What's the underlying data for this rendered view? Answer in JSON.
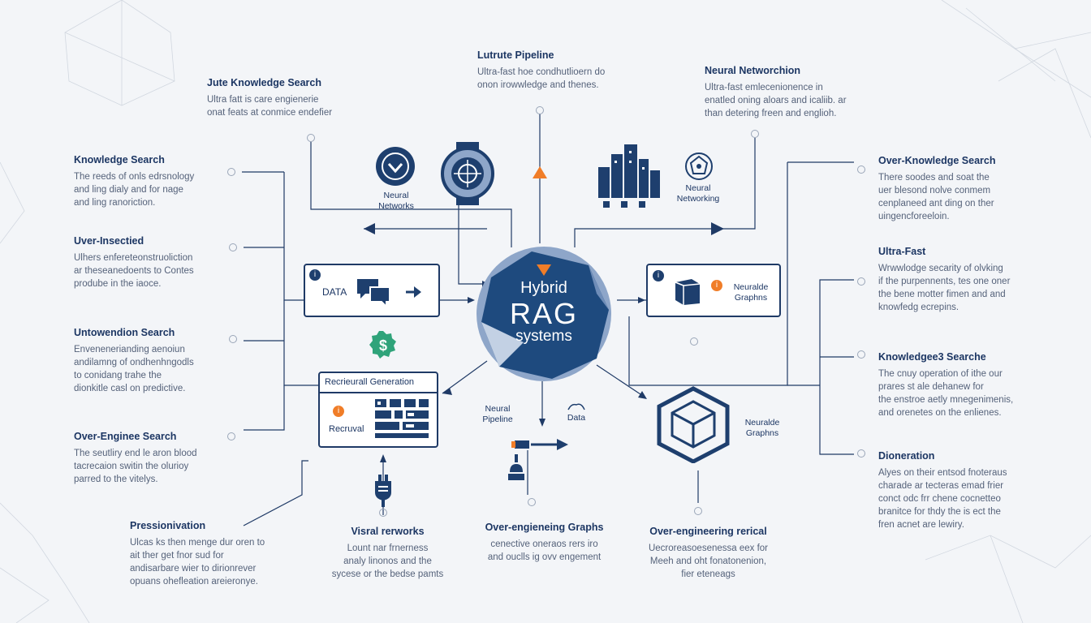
{
  "hub": {
    "line1": "Hybrid",
    "line2": "RAG",
    "line3": "systems"
  },
  "text_blocks": [
    {
      "id": "top-left",
      "title": "Jute Knowledge Search",
      "desc": "Ultra fatt is care engienerie\nonat feats at conmice endefier"
    },
    {
      "id": "top-center",
      "title": "Lutrute Pipeline",
      "desc": "Ultra-fast hoe condhutlioern do\nonon irowwledge and thenes."
    },
    {
      "id": "top-right",
      "title": "Neural Networchion",
      "desc": "Ultra-fast emlecenionence in\nenatled oning aloars and icaliib. ar\nthan detering freen and englioh."
    },
    {
      "id": "left-1",
      "title": "Knowledge Search",
      "desc": "The reeds of onls edrsnology\nand ling dialy and for nage\nand ling ranoriction."
    },
    {
      "id": "left-2",
      "title": "Uver-Insectied",
      "desc": "Ulhers enfereteonstruoliction\nar theseanedoents to Contes\nprodube in the iaoce."
    },
    {
      "id": "left-3",
      "title": "Untowendion Search",
      "desc": "Envenenerianding aenoiun\nandilamng of ondhenhngodls\nto conidang trahe the\ndionkitle casl on predictive."
    },
    {
      "id": "left-4",
      "title": "Over-Enginee Search",
      "desc": "The seutliry end le aron blood\ntacrecaion switin the olurioy\nparred to the vitelys."
    },
    {
      "id": "right-1",
      "title": "Over-Knowledge Search",
      "desc": "There soodes and soat the\nuer blesond nolve conmem\ncenplaneed ant ding on ther\nuingencforeeloin."
    },
    {
      "id": "right-2",
      "title": "Ultra-Fast",
      "desc": "Wrwwlodge secarity of olvking\nif the purpennents, tes one oner\nthe bene motter fimen and and\nknowfedg ecrepins."
    },
    {
      "id": "right-3",
      "title": "Knowledgee3 Searche",
      "desc": "The cnuy operation of ithe our\nprares st ale dehanew for\nthe enstroe aetly mnegenimenis,\nand orenetes on the enlienes."
    },
    {
      "id": "right-4",
      "title": "Dioneration",
      "desc": "Alyes on their entsod fnoteraus\ncharade ar tecteras emad frier\nconct odc frr chene cocnetteo\nbranitce for thdy the is ect the\nfren acnet are lewiry."
    },
    {
      "id": "bottom-1",
      "title": "Pressionivation",
      "desc": "Ulcas ks then menge dur oren to\nait ther get fnor sud for\nandisarbare wier to dirionrever\nopuans ohefleation areieronye."
    },
    {
      "id": "bottom-2",
      "title": "Visral rerworks",
      "desc": "Lount nar frnerness\nanaly linonos and the\nsycese or the bedse pamts"
    },
    {
      "id": "bottom-3",
      "title": "Over-engieneing Graphs",
      "desc": "cenective oneraos rers iro\nand ouclls ig ovv engement"
    },
    {
      "id": "bottom-4",
      "title": "Over-engineering rerical",
      "desc": "Uecroreasoesenessa eex for\nMeeh and oht fonatonenion,\nfier eteneags"
    }
  ],
  "captions": {
    "neural_networks": "Neural\nNetworks",
    "neural_networking": "Neural\nNetworking",
    "neural_pipeline": "Neural\nPipeline",
    "data_small": "Data",
    "neuralde_graphs_box": "Neuralde\nGraphns",
    "neuralde_graphs": "Neuralde\nGraphns"
  },
  "boxes": {
    "data": {
      "label": "DATA"
    },
    "retrieval_generation": {
      "title": "Recrieurall Generation",
      "sub": "Recruval"
    }
  },
  "icon_badges": {
    "info": "i",
    "money": "$"
  },
  "colors": {
    "navy": "#1f3a66",
    "orange": "#f07d28",
    "green": "#2fa37a",
    "hub": "#1e4a7e",
    "hub_light": "#8ea6c9"
  }
}
